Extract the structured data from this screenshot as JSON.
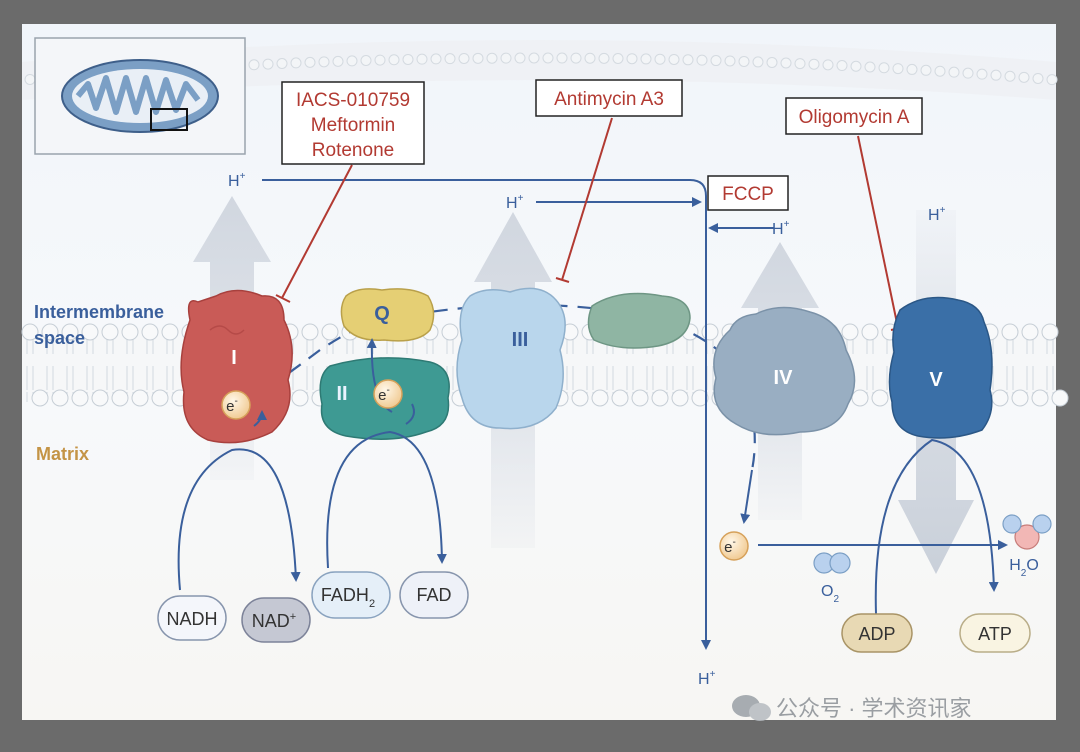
{
  "labels": {
    "intermembrane": [
      "Intermembrane",
      "space"
    ],
    "matrix": "Matrix"
  },
  "inhibitors": {
    "complex1": [
      "IACS-010759",
      "Meftormin",
      "Rotenone"
    ],
    "complex3": "Antimycin A3",
    "complex5": "Oligomycin A",
    "uncoupler": "FCCP"
  },
  "complexes": {
    "c1": "I",
    "c2": "II",
    "q": "Q",
    "c3": "III",
    "c4": "IV",
    "c5": "V"
  },
  "electron": {
    "base": "e",
    "sup": "-"
  },
  "proton": {
    "base": "H",
    "sup": "+"
  },
  "metabolites": {
    "nadh": "NADH",
    "nad": {
      "base": "NAD",
      "sup": "+"
    },
    "fadh2": {
      "base": "FADH",
      "sub": "2"
    },
    "fad": "FAD",
    "adp": "ADP",
    "atp": "ATP",
    "o2": {
      "base": "O",
      "sub": "2"
    },
    "h2o": {
      "h": "H",
      "sub": "2",
      "o": "O"
    }
  },
  "watermark": "公众号 · 学术资讯家",
  "colors": {
    "complex1": "#c95b57",
    "complex2": "#3e9a93",
    "q": "#e5cf74",
    "complex3": "#b9d6ec",
    "bridge": "#8fb5a3",
    "complex4": "#99aec2",
    "complex5": "#3a6fa7",
    "inhibitor_line": "#b23a32",
    "flow_line": "#3a5f9c"
  }
}
